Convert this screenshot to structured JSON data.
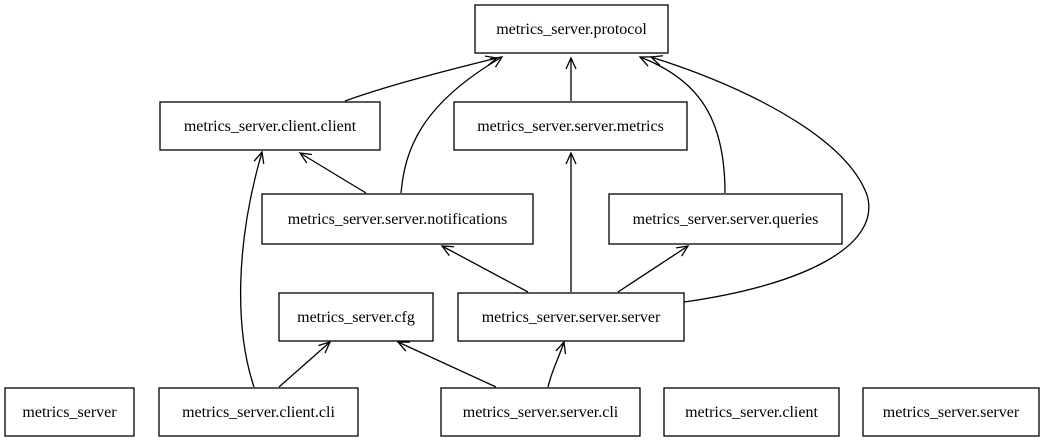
{
  "diagram": {
    "nodes": [
      {
        "id": "protocol",
        "label": "metrics_server.protocol"
      },
      {
        "id": "client_client",
        "label": "metrics_server.client.client"
      },
      {
        "id": "server_metrics",
        "label": "metrics_server.server.metrics"
      },
      {
        "id": "server_notifications",
        "label": "metrics_server.server.notifications"
      },
      {
        "id": "server_queries",
        "label": "metrics_server.server.queries"
      },
      {
        "id": "cfg",
        "label": "metrics_server.cfg"
      },
      {
        "id": "server_server",
        "label": "metrics_server.server.server"
      },
      {
        "id": "root",
        "label": "metrics_server"
      },
      {
        "id": "client_cli",
        "label": "metrics_server.client.cli"
      },
      {
        "id": "server_cli",
        "label": "metrics_server.server.cli"
      },
      {
        "id": "client",
        "label": "metrics_server.client"
      },
      {
        "id": "server",
        "label": "metrics_server.server"
      }
    ],
    "edges": [
      {
        "from": "client_client",
        "to": "protocol"
      },
      {
        "from": "server_notifications",
        "to": "protocol"
      },
      {
        "from": "server_metrics",
        "to": "protocol"
      },
      {
        "from": "server_queries",
        "to": "protocol"
      },
      {
        "from": "server_server",
        "to": "protocol"
      },
      {
        "from": "server_notifications",
        "to": "client_client"
      },
      {
        "from": "client_cli",
        "to": "client_client"
      },
      {
        "from": "server_server",
        "to": "server_metrics"
      },
      {
        "from": "server_server",
        "to": "server_notifications"
      },
      {
        "from": "server_server",
        "to": "server_queries"
      },
      {
        "from": "client_cli",
        "to": "cfg"
      },
      {
        "from": "server_cli",
        "to": "cfg"
      },
      {
        "from": "server_cli",
        "to": "server_server"
      }
    ]
  }
}
